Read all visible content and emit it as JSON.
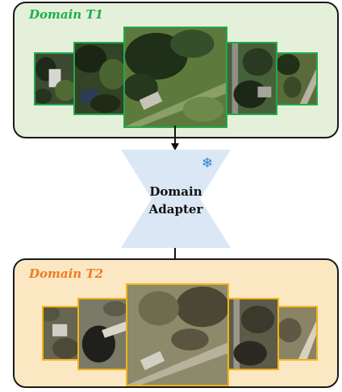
{
  "domain_t1": {
    "title": "Domain T1",
    "color": "#1bb04a",
    "border_color": "#22a84d"
  },
  "adapter": {
    "line1": "Domain",
    "line2": "Adapter",
    "icon": "snowflake-icon",
    "icon_glyph": "❄",
    "fill": "#dbe7f4"
  },
  "domain_t2": {
    "title": "Domain T2",
    "color": "#f07a22",
    "border_color": "#f2b31a"
  }
}
